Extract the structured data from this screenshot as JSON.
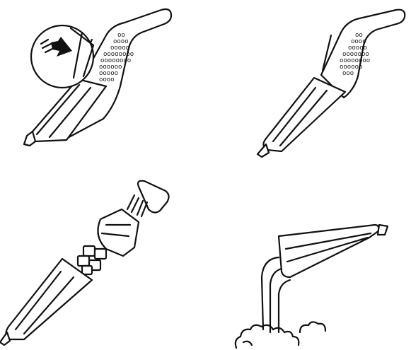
{
  "figure": {
    "panels": [
      {
        "id": "press-release-button",
        "icon": "arrow-icon"
      },
      {
        "id": "detach-dust-cup",
        "icon": "vacuum-icon"
      },
      {
        "id": "remove-filter",
        "icon": "filter-icon"
      },
      {
        "id": "empty-dust-cup",
        "icon": "dust-cloud-icon"
      }
    ],
    "colors": {
      "ink": "#111111",
      "paper": "#ffffff"
    }
  }
}
